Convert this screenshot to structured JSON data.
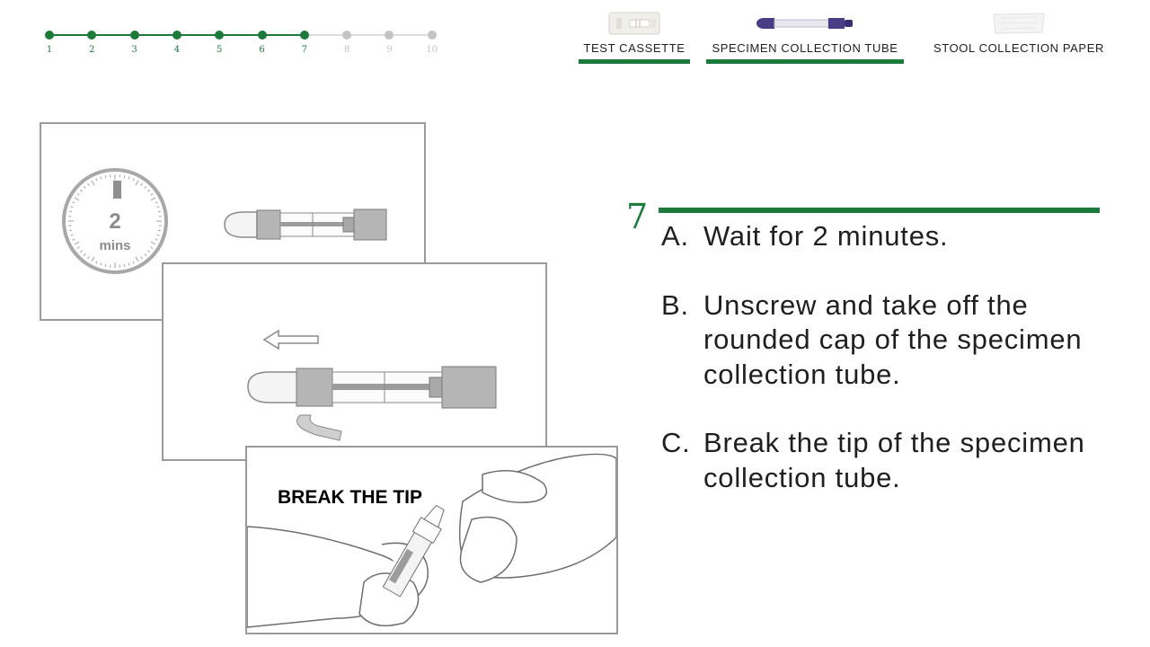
{
  "theme": {
    "accent": "#1c7a3a",
    "inactive": "#c4c4c4",
    "line": "#9a9a9a"
  },
  "progress": {
    "current": 7,
    "steps": [
      "1",
      "2",
      "3",
      "4",
      "5",
      "6",
      "7",
      "8",
      "9",
      "10"
    ]
  },
  "kit": {
    "items": [
      {
        "label": "TEST CASSETTE",
        "icon": "test-cassette-icon",
        "active": true
      },
      {
        "label": "SPECIMEN COLLECTION TUBE",
        "icon": "specimen-tube-icon",
        "active": true
      },
      {
        "label": "STOOL COLLECTION PAPER",
        "icon": "stool-paper-icon",
        "active": false
      }
    ]
  },
  "illustrations": {
    "timer_value": "2",
    "timer_unit": "mins",
    "break_caption": "BREAK THE TIP"
  },
  "step": {
    "number": "7",
    "instructions": [
      {
        "letter": "A.",
        "text": "Wait for 2 minutes."
      },
      {
        "letter": "B.",
        "text": "Unscrew and take off the rounded cap of the specimen collection tube."
      },
      {
        "letter": "C.",
        "text": "Break the tip of the specimen collection tube."
      }
    ]
  }
}
